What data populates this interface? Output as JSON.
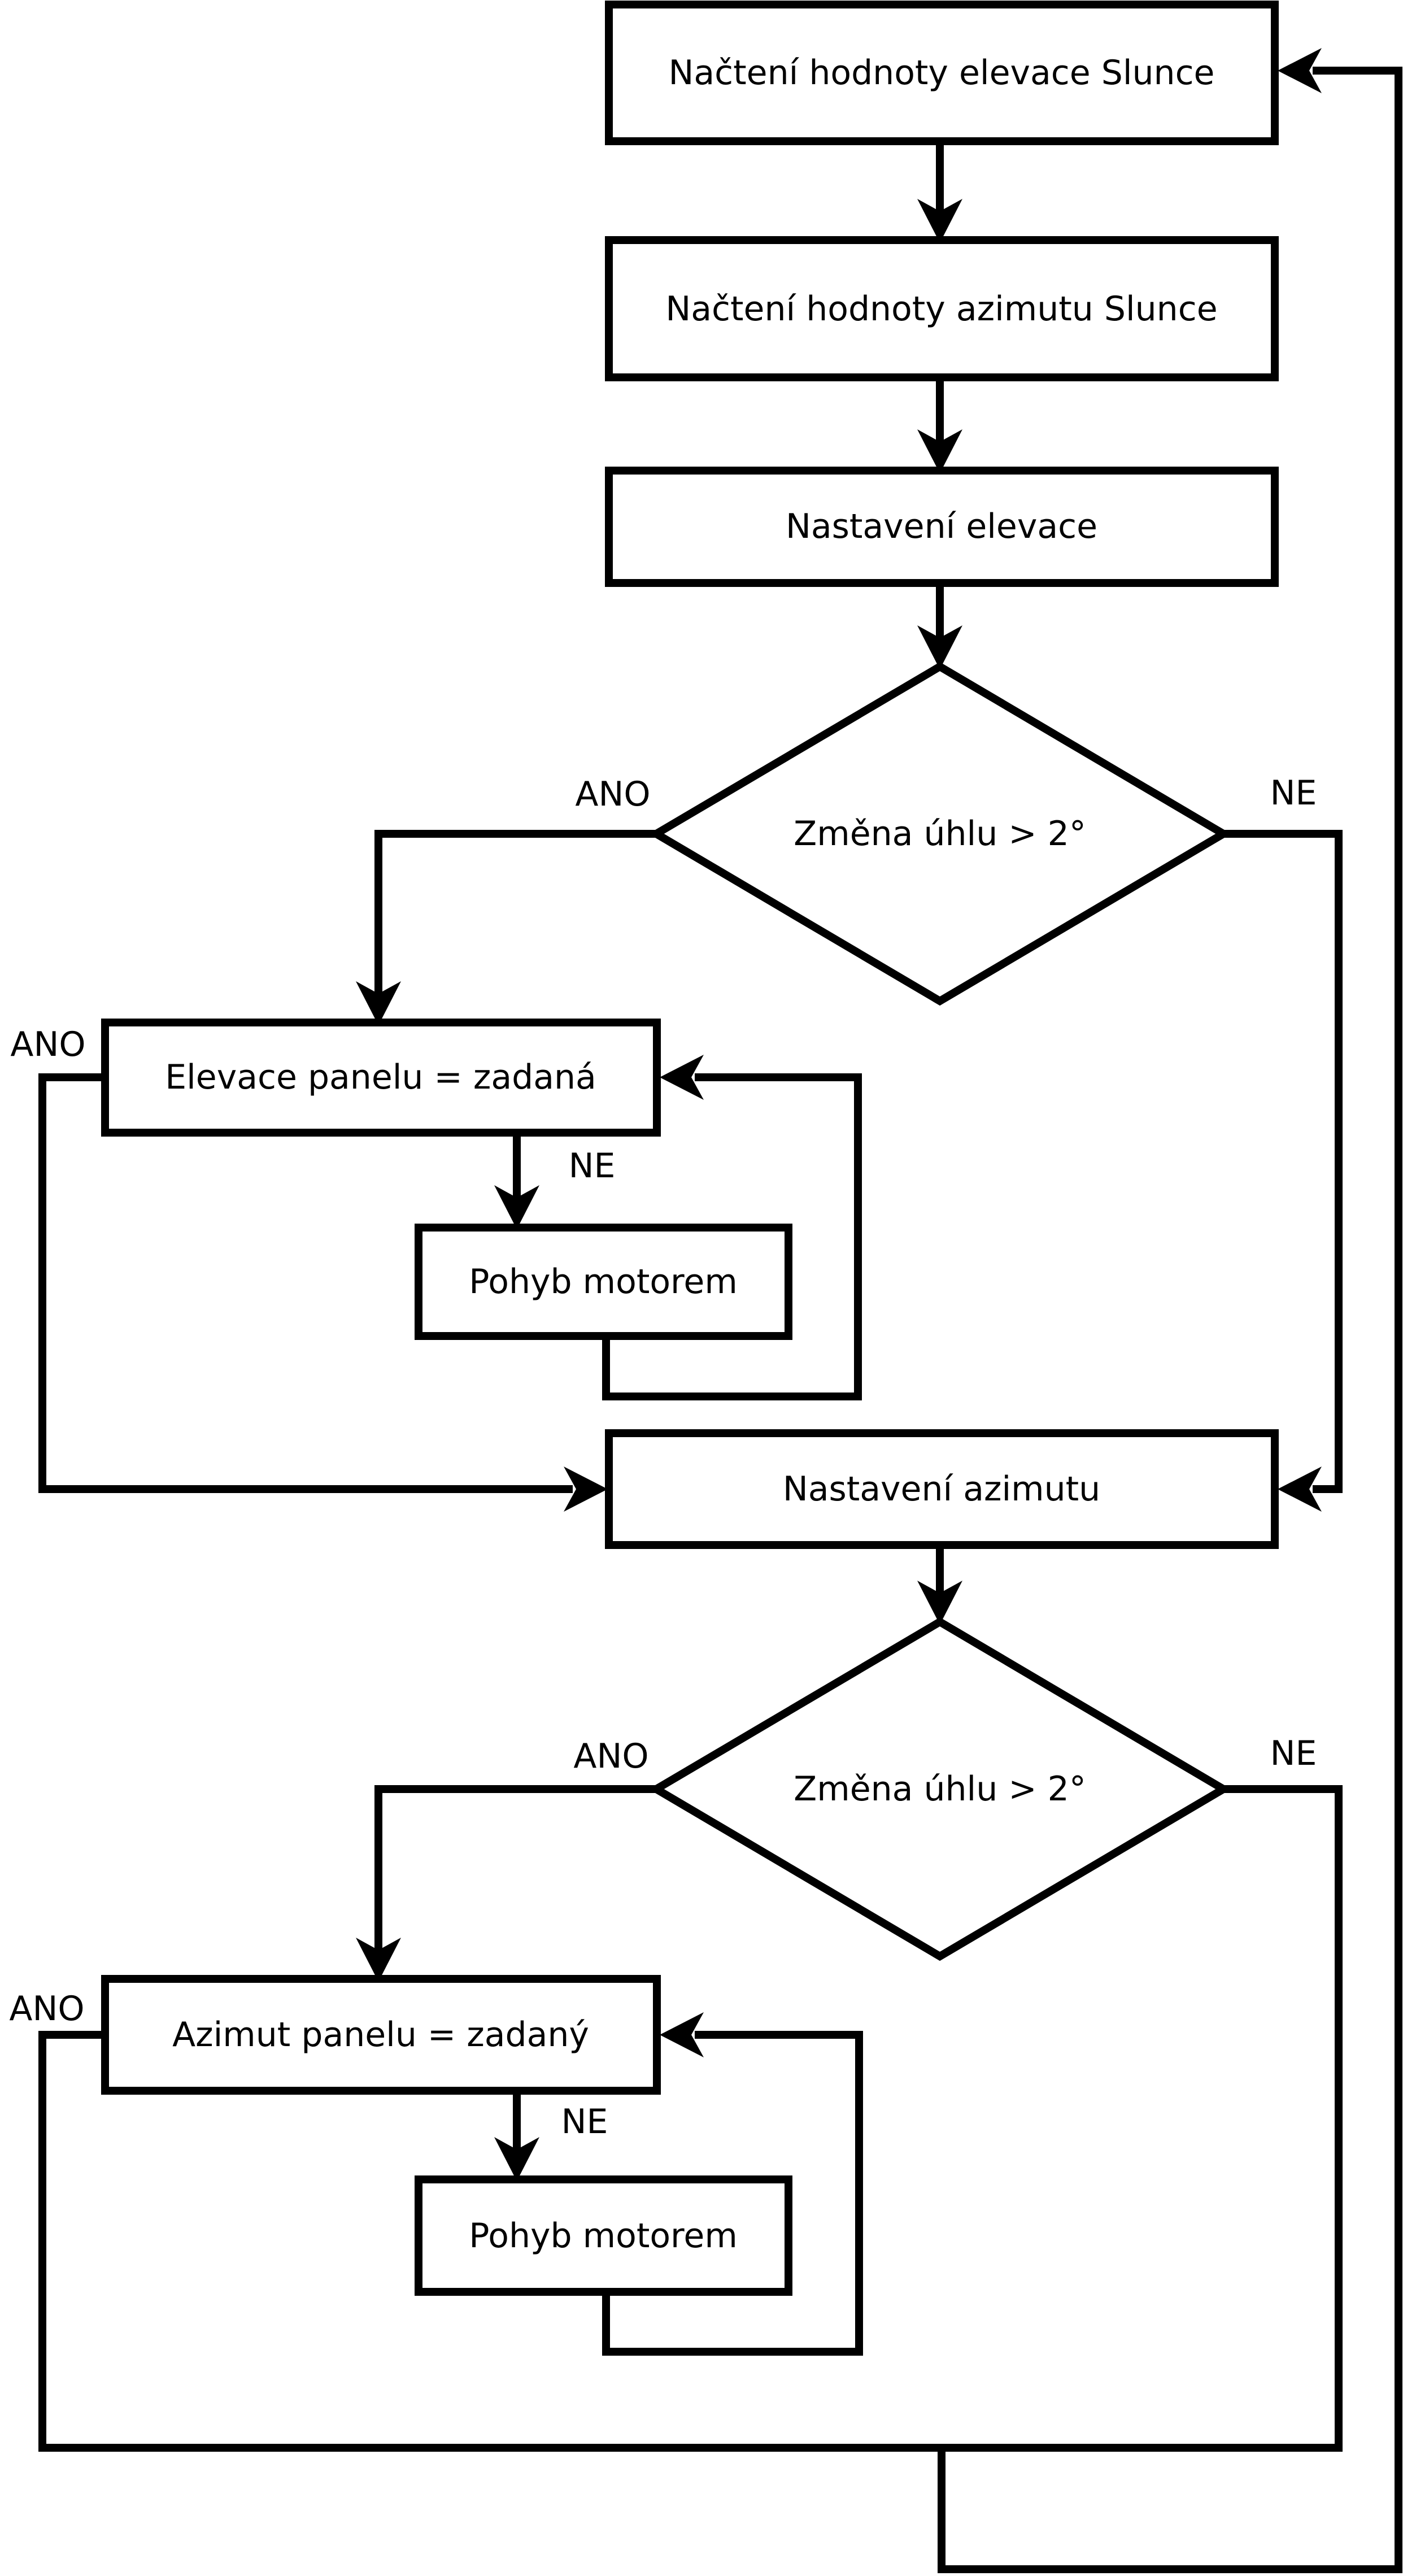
{
  "page": {
    "background_color": "#ffffff",
    "line_color": "#000000",
    "text_color": "#000000"
  },
  "nodes": {
    "read_elevation": {
      "label": "Načtení hodnoty elevace Slunce",
      "type": "process"
    },
    "read_azimuth": {
      "label": "Načtení hodnoty azimutu Slunce",
      "type": "process"
    },
    "set_elevation": {
      "label": "Nastavení elevace",
      "type": "process"
    },
    "elevation_change_decision": {
      "label": "Změna úhlu > 2°",
      "type": "decision"
    },
    "elevation_equal": {
      "label": "Elevace panelu = zadaná",
      "type": "process"
    },
    "elevation_motor": {
      "label": "Pohyb motorem",
      "type": "process"
    },
    "set_azimuth": {
      "label": "Nastavení azimutu",
      "type": "process"
    },
    "azimuth_change_decision": {
      "label": "Změna úhlu > 2°",
      "type": "decision"
    },
    "azimuth_equal": {
      "label": "Azimut panelu = zadaný",
      "type": "process"
    },
    "azimuth_motor": {
      "label": "Pohyb motorem",
      "type": "process"
    }
  },
  "edge_labels": {
    "yes": "ANO",
    "no": "NE"
  }
}
